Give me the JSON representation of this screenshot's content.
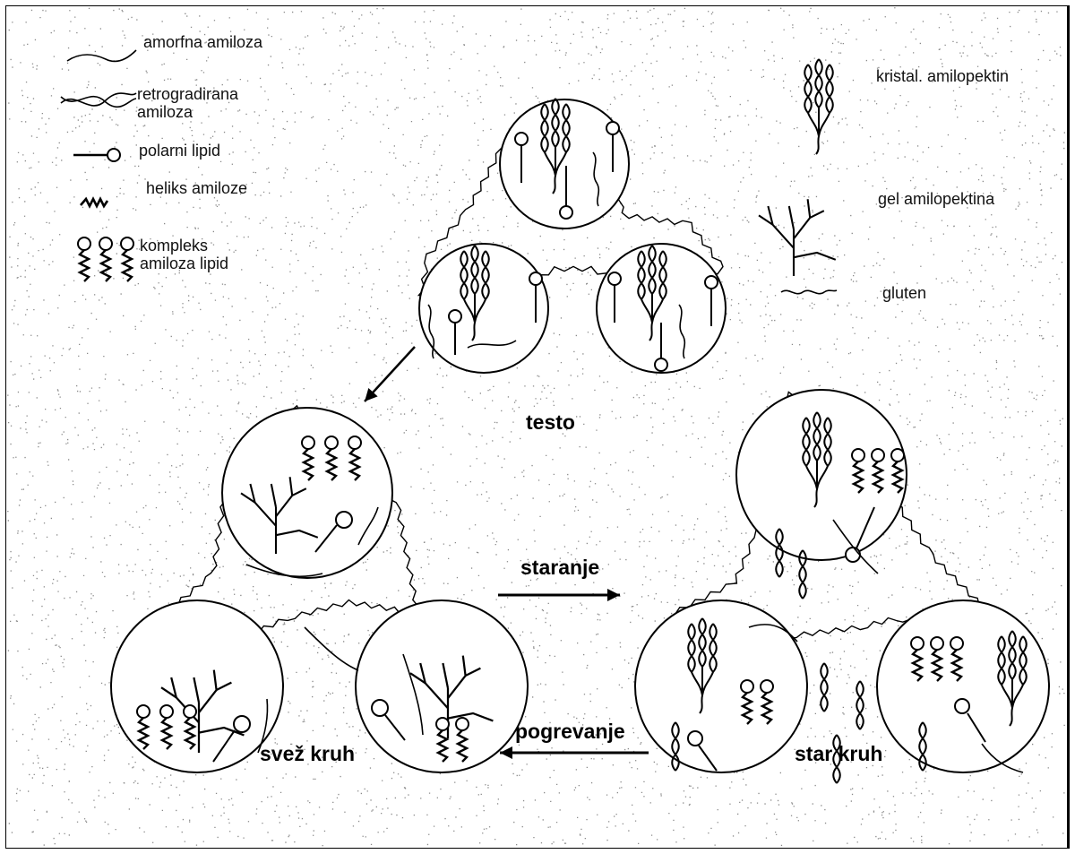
{
  "legend_left": {
    "amorfna_amiloza": "amorfna amiloza",
    "retrogradirana_amiloza": "retrogradirana amiloza",
    "polarni_lipid": "polarni lipid",
    "heliks_amiloze": "heliks amiloze",
    "kompleks_amiloza_lipid": "kompleks amiloza lipid"
  },
  "legend_right": {
    "kristal_amilopektin": "kristal. amilopektin",
    "gel_amilopektina": "gel amilopektina",
    "gluten": "gluten"
  },
  "stages": {
    "testo": "testo",
    "svez_kruh": "svež kruh",
    "star_kruh": "star kruh"
  },
  "processes": {
    "staranje": "staranje",
    "pogrevanje": "pogrevanje"
  },
  "colors": {
    "ink": "#000000",
    "background": "#ffffff",
    "speckle": "#8a8a8a"
  }
}
